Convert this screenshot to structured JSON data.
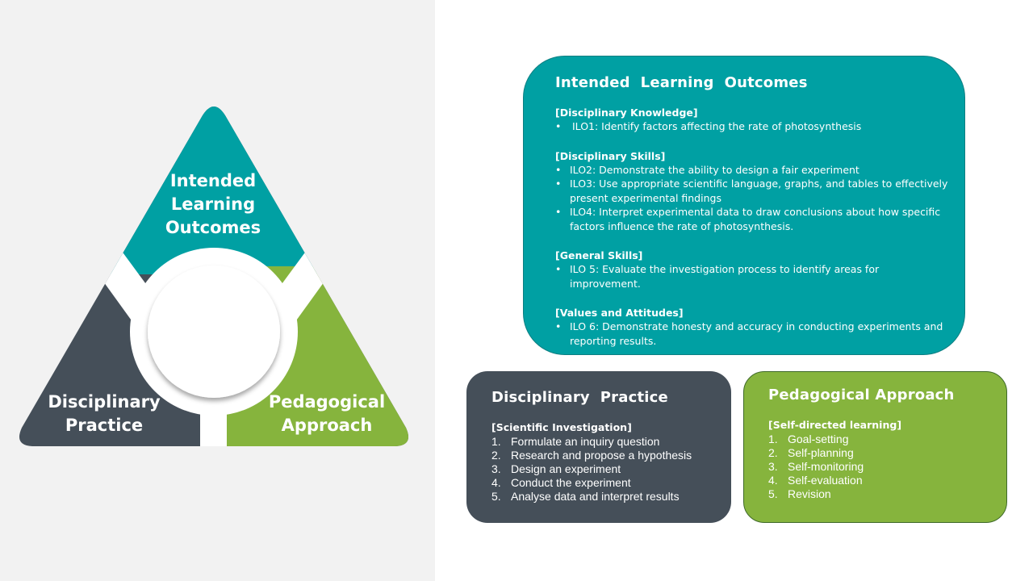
{
  "colors": {
    "teal": "#00a0a3",
    "slate": "#454f59",
    "green": "#86b43d",
    "left_background": "#f2f2f2",
    "center_circle": "#ffffff"
  },
  "diagram": {
    "top_label": "Intended\nLearning\nOutcomes",
    "bottom_left_label": "Disciplinary\nPractice",
    "bottom_right_label": "Pedagogical\nApproach"
  },
  "ilo_box": {
    "title": "Intended  Learning  Outcomes",
    "sections": [
      {
        "heading": "[Disciplinary Knowledge]",
        "items": [
          "ILO1: Identify factors affecting the rate of photosynthesis"
        ]
      },
      {
        "heading": "[Disciplinary Skills]",
        "items": [
          "ILO2: Demonstrate the ability to design a fair experiment",
          "ILO3: Use appropriate scientific language, graphs, and tables to effectively present experimental findings",
          "ILO4: Interpret experimental data to draw conclusions about how specific factors influence the rate of photosynthesis."
        ]
      },
      {
        "heading": "[General Skills]",
        "items": [
          "ILO 5: Evaluate the investigation process to identify areas for improvement."
        ]
      },
      {
        "heading": "[Values and Attitudes]",
        "items": [
          "ILO 6: Demonstrate honesty and accuracy in conducting experiments and reporting results."
        ]
      }
    ]
  },
  "dp_box": {
    "title": "Disciplinary  Practice",
    "heading": "[Scientific Investigation]",
    "steps": [
      {
        "num": "1.",
        "text": "Formulate an inquiry question"
      },
      {
        "num": "2.",
        "text": "Research and propose a hypothesis"
      },
      {
        "num": "3.",
        "text": "Design an experiment"
      },
      {
        "num": "4.",
        "text": "Conduct the experiment"
      },
      {
        "num": "5.",
        "text": "Analyse data and interpret results"
      }
    ]
  },
  "pa_box": {
    "title": "Pedagogical Approach",
    "heading": "[Self-directed learning]",
    "steps": [
      {
        "num": "1.",
        "text": "Goal-setting"
      },
      {
        "num": "2.",
        "text": "Self-planning"
      },
      {
        "num": "3.",
        "text": "Self-monitoring"
      },
      {
        "num": "4.",
        "text": "Self-evaluation"
      },
      {
        "num": "5.",
        "text": "Revision"
      }
    ]
  }
}
